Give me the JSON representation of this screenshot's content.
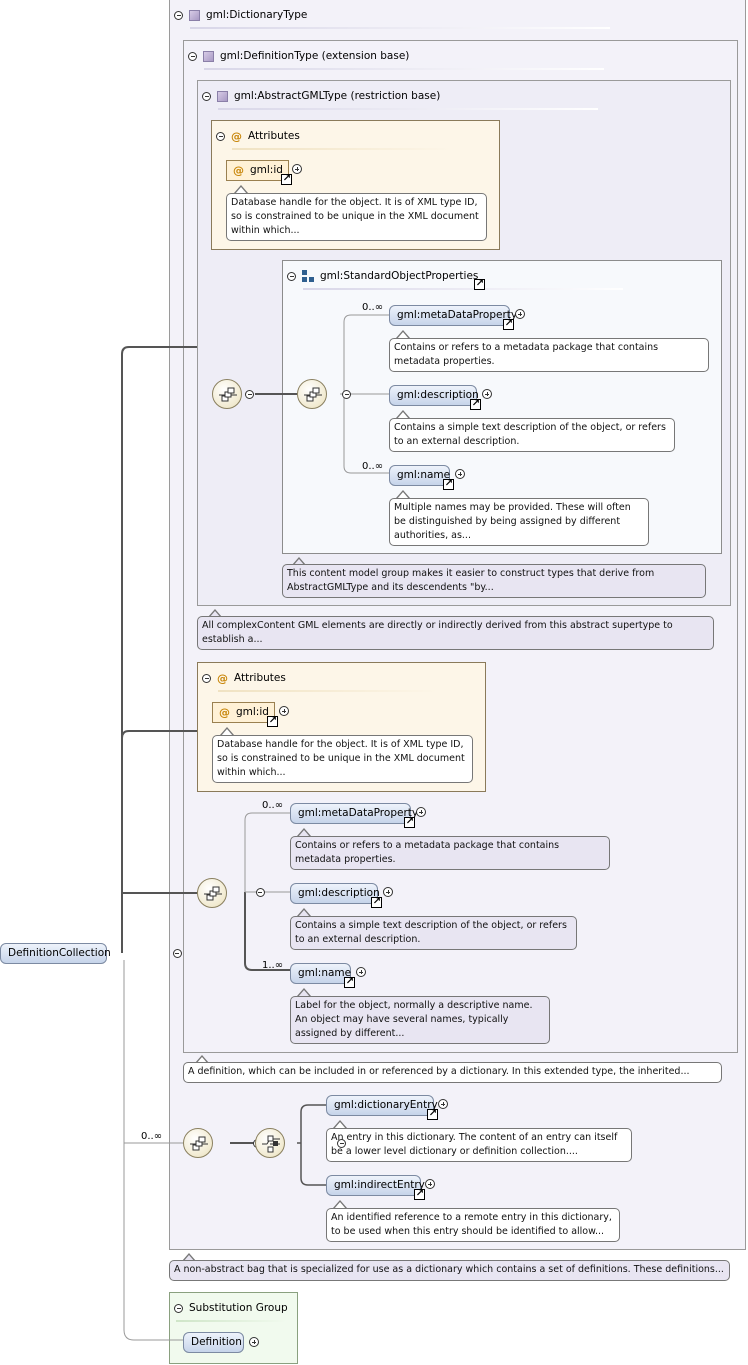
{
  "root": {
    "label": "DefinitionCollection"
  },
  "types": {
    "dictionary": "gml:DictionaryType",
    "definition": "gml:DefinitionType (extension base)",
    "abstract": "gml:AbstractGMLType (restriction base)"
  },
  "attributes_label": "Attributes",
  "inner_attr": {
    "name": "gml:id",
    "doc": "Database handle for the object. It is of XML type ID, so is constrained to be unique in the XML document within which..."
  },
  "std_group": {
    "title": "gml:StandardObjectProperties",
    "items": [
      {
        "name": "gml:metaDataProperty",
        "card": "0..∞",
        "doc": "Contains or refers to a metadata package that contains metadata properties."
      },
      {
        "name": "gml:description",
        "card": "",
        "doc": "Contains a simple text description of the object, or refers to an external description."
      },
      {
        "name": "gml:name",
        "card": "0..∞",
        "doc": "Multiple names may be provided. These will often be distinguished by being assigned by different authorities, as..."
      }
    ],
    "doc": "This content model group makes it easier to construct types that derive from AbstractGMLType and its descendents \"by..."
  },
  "abstract_doc": "All complexContent GML elements are directly or indirectly derived from this abstract supertype to establish a...",
  "outer_attr": {
    "name": "gml:id",
    "doc": "Database handle for the object. It is of XML type ID, so is constrained to be unique in the XML document within which..."
  },
  "seq2": {
    "items": [
      {
        "name": "gml:metaDataProperty",
        "card": "0..∞",
        "doc": "Contains or refers to a metadata package that contains metadata properties."
      },
      {
        "name": "gml:description",
        "card": "",
        "doc": "Contains a simple text description of the object, or refers to an external description."
      },
      {
        "name": "gml:name",
        "card": "1..∞",
        "doc": "Label for the object, normally a descriptive name. An object may have several names, typically assigned by different..."
      }
    ]
  },
  "definition_doc": "A definition, which can be included in or referenced by a dictionary. In this extended type, the inherited...",
  "choice": {
    "card": "0..∞",
    "items": [
      {
        "name": "gml:dictionaryEntry",
        "doc": "An entry in this dictionary. The content of an entry can itself be a lower level dictionary or definition collection...."
      },
      {
        "name": "gml:indirectEntry",
        "doc": "An identified reference to a remote entry in this dictionary, to be used when this entry should be identified to allow..."
      }
    ]
  },
  "dictionary_doc": "A non-abstract bag that is specialized for use as a dictionary which contains a set of definitions. These definitions...",
  "substitution": {
    "title": "Substitution Group",
    "item": "Definition"
  },
  "colors": {
    "element": "#c6d4ea",
    "attribute": "#fff1d6",
    "type": "#f3f2f9",
    "substitution": "#f1faee"
  }
}
